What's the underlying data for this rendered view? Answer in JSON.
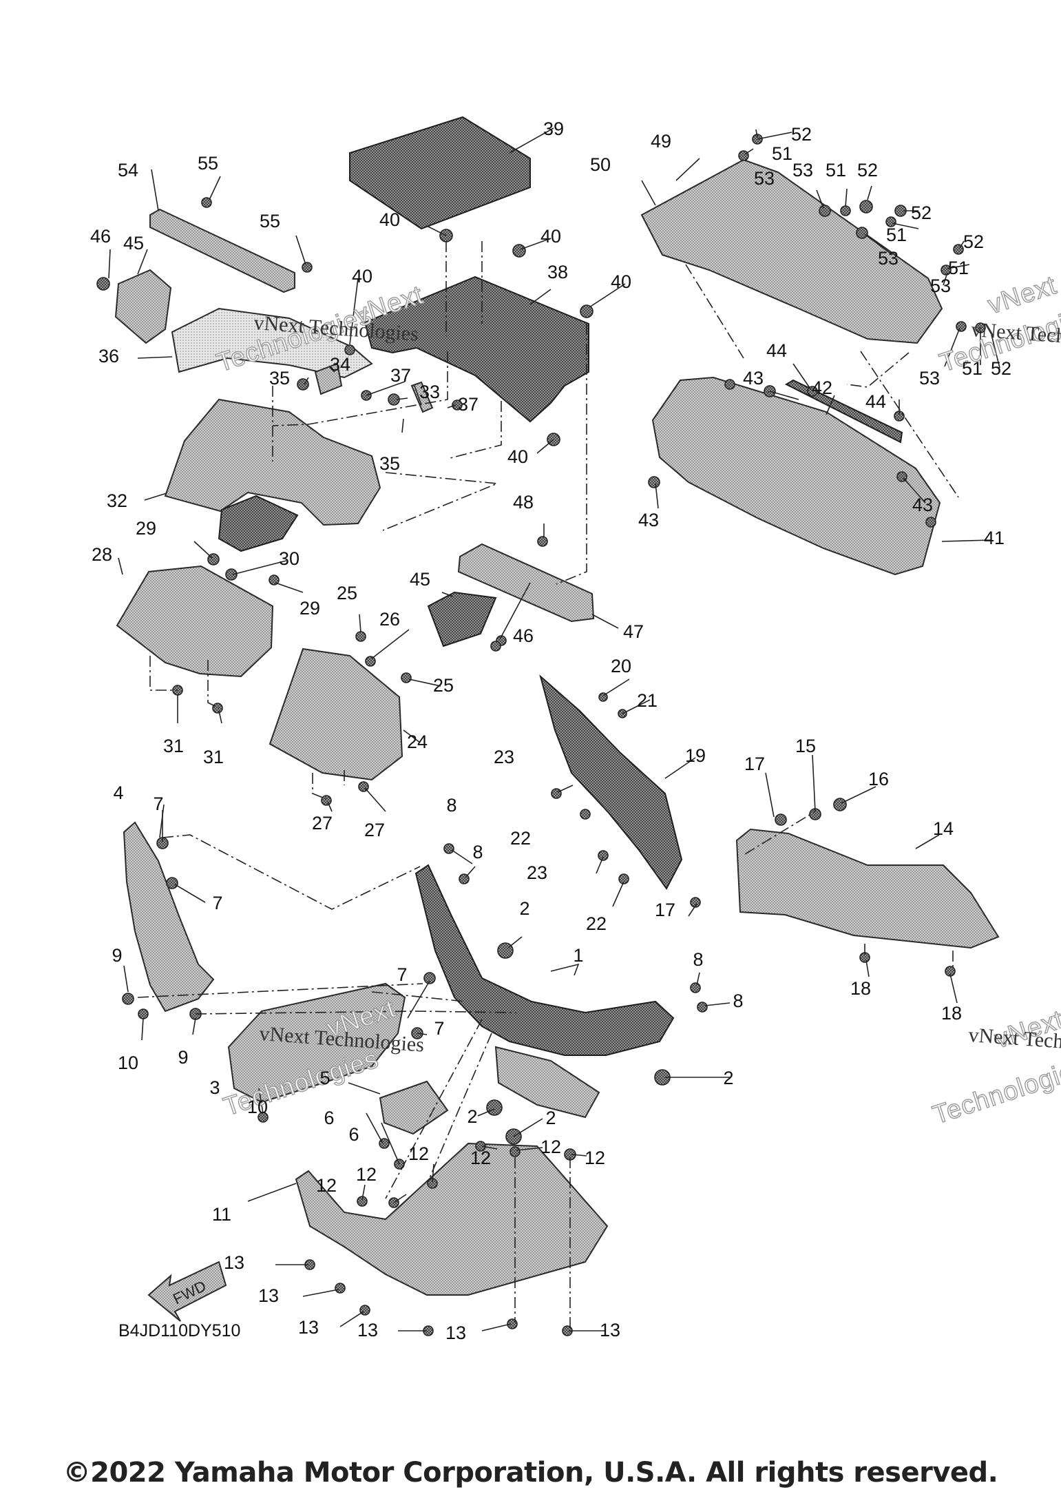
{
  "diagram": {
    "code": "B4JD110DY510",
    "fwd_label": "FWD",
    "copyright": "©2022 Yamaha Motor Corporation, U.S.A. All rights reserved.",
    "watermark": {
      "line1": "vNext Technologies",
      "line2": "Technologies",
      "line3": "vNext"
    }
  },
  "callouts": [
    {
      "id": "c1",
      "label": "1"
    },
    {
      "id": "c2a",
      "label": "2"
    },
    {
      "id": "c2b",
      "label": "2"
    },
    {
      "id": "c2c",
      "label": "2"
    },
    {
      "id": "c2d",
      "label": "2"
    },
    {
      "id": "c3",
      "label": "3"
    },
    {
      "id": "c4",
      "label": "4"
    },
    {
      "id": "c5",
      "label": "5"
    },
    {
      "id": "c6a",
      "label": "6"
    },
    {
      "id": "c6b",
      "label": "6"
    },
    {
      "id": "c7a",
      "label": "7"
    },
    {
      "id": "c7b",
      "label": "7"
    },
    {
      "id": "c7c",
      "label": "7"
    },
    {
      "id": "c7d",
      "label": "7"
    },
    {
      "id": "c8a",
      "label": "8"
    },
    {
      "id": "c8b",
      "label": "8"
    },
    {
      "id": "c8c",
      "label": "8"
    },
    {
      "id": "c8d",
      "label": "8"
    },
    {
      "id": "c9a",
      "label": "9"
    },
    {
      "id": "c9b",
      "label": "9"
    },
    {
      "id": "c10a",
      "label": "10"
    },
    {
      "id": "c10b",
      "label": "10"
    },
    {
      "id": "c11",
      "label": "11"
    },
    {
      "id": "c12a",
      "label": "12"
    },
    {
      "id": "c12b",
      "label": "12"
    },
    {
      "id": "c12c",
      "label": "12"
    },
    {
      "id": "c12d",
      "label": "12"
    },
    {
      "id": "c12e",
      "label": "12"
    },
    {
      "id": "c12f",
      "label": "12"
    },
    {
      "id": "c13a",
      "label": "13"
    },
    {
      "id": "c13b",
      "label": "13"
    },
    {
      "id": "c13c",
      "label": "13"
    },
    {
      "id": "c13d",
      "label": "13"
    },
    {
      "id": "c13e",
      "label": "13"
    },
    {
      "id": "c13f",
      "label": "13"
    },
    {
      "id": "c14",
      "label": "14"
    },
    {
      "id": "c15",
      "label": "15"
    },
    {
      "id": "c16",
      "label": "16"
    },
    {
      "id": "c17a",
      "label": "17"
    },
    {
      "id": "c17b",
      "label": "17"
    },
    {
      "id": "c18a",
      "label": "18"
    },
    {
      "id": "c18b",
      "label": "18"
    },
    {
      "id": "c19",
      "label": "19"
    },
    {
      "id": "c20",
      "label": "20"
    },
    {
      "id": "c21",
      "label": "21"
    },
    {
      "id": "c22a",
      "label": "22"
    },
    {
      "id": "c22b",
      "label": "22"
    },
    {
      "id": "c23a",
      "label": "23"
    },
    {
      "id": "c23b",
      "label": "23"
    },
    {
      "id": "c24",
      "label": "24"
    },
    {
      "id": "c25a",
      "label": "25"
    },
    {
      "id": "c25b",
      "label": "25"
    },
    {
      "id": "c26",
      "label": "26"
    },
    {
      "id": "c27a",
      "label": "27"
    },
    {
      "id": "c27b",
      "label": "27"
    },
    {
      "id": "c28",
      "label": "28"
    },
    {
      "id": "c29a",
      "label": "29"
    },
    {
      "id": "c29b",
      "label": "29"
    },
    {
      "id": "c30",
      "label": "30"
    },
    {
      "id": "c31a",
      "label": "31"
    },
    {
      "id": "c31b",
      "label": "31"
    },
    {
      "id": "c32",
      "label": "32"
    },
    {
      "id": "c33",
      "label": "33"
    },
    {
      "id": "c34",
      "label": "34"
    },
    {
      "id": "c35a",
      "label": "35"
    },
    {
      "id": "c35b",
      "label": "35"
    },
    {
      "id": "c36",
      "label": "36"
    },
    {
      "id": "c37a",
      "label": "37"
    },
    {
      "id": "c37b",
      "label": "37"
    },
    {
      "id": "c38",
      "label": "38"
    },
    {
      "id": "c39",
      "label": "39"
    },
    {
      "id": "c40a",
      "label": "40"
    },
    {
      "id": "c40b",
      "label": "40"
    },
    {
      "id": "c40c",
      "label": "40"
    },
    {
      "id": "c40d",
      "label": "40"
    },
    {
      "id": "c40e",
      "label": "40"
    },
    {
      "id": "c41",
      "label": "41"
    },
    {
      "id": "c42",
      "label": "42"
    },
    {
      "id": "c43a",
      "label": "43"
    },
    {
      "id": "c43b",
      "label": "43"
    },
    {
      "id": "c43c",
      "label": "43"
    },
    {
      "id": "c44a",
      "label": "44"
    },
    {
      "id": "c44b",
      "label": "44"
    },
    {
      "id": "c45a",
      "label": "45"
    },
    {
      "id": "c45b",
      "label": "45"
    },
    {
      "id": "c46a",
      "label": "46"
    },
    {
      "id": "c46b",
      "label": "46"
    },
    {
      "id": "c47",
      "label": "47"
    },
    {
      "id": "c48",
      "label": "48"
    },
    {
      "id": "c49",
      "label": "49"
    },
    {
      "id": "c50",
      "label": "50"
    },
    {
      "id": "c51a",
      "label": "51"
    },
    {
      "id": "c51b",
      "label": "51"
    },
    {
      "id": "c51c",
      "label": "51"
    },
    {
      "id": "c51d",
      "label": "51"
    },
    {
      "id": "c51e",
      "label": "51"
    },
    {
      "id": "c52a",
      "label": "52"
    },
    {
      "id": "c52b",
      "label": "52"
    },
    {
      "id": "c52c",
      "label": "52"
    },
    {
      "id": "c52d",
      "label": "52"
    },
    {
      "id": "c52e",
      "label": "52"
    },
    {
      "id": "c53a",
      "label": "53"
    },
    {
      "id": "c53b",
      "label": "53"
    },
    {
      "id": "c53c",
      "label": "53"
    },
    {
      "id": "c53d",
      "label": "53"
    },
    {
      "id": "c53e",
      "label": "53"
    },
    {
      "id": "c54",
      "label": "54"
    },
    {
      "id": "c55a",
      "label": "55"
    },
    {
      "id": "c55b",
      "label": "55"
    }
  ]
}
